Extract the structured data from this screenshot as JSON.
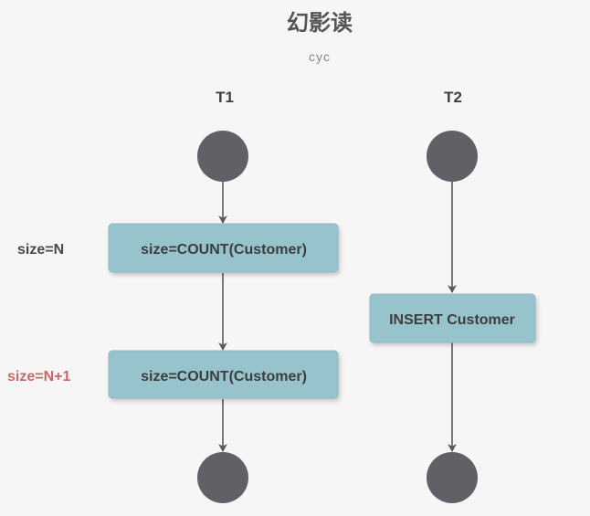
{
  "diagram": {
    "title": "幻影读",
    "subtitle": "cyc",
    "lanes": [
      {
        "label": "T1"
      },
      {
        "label": "T2"
      }
    ],
    "steps": [
      {
        "label": "size=COUNT(Customer)"
      },
      {
        "label": "size=COUNT(Customer)"
      },
      {
        "label": "INSERT Customer"
      }
    ],
    "annotations": [
      {
        "label": "size=N",
        "color": "#4a4a4a"
      },
      {
        "label": "size=N+1",
        "color": "#c46a6a"
      }
    ],
    "colors": {
      "box_fill": "#97c4cc",
      "node_fill": "#5f6166",
      "background": "#f6f6f6"
    }
  }
}
